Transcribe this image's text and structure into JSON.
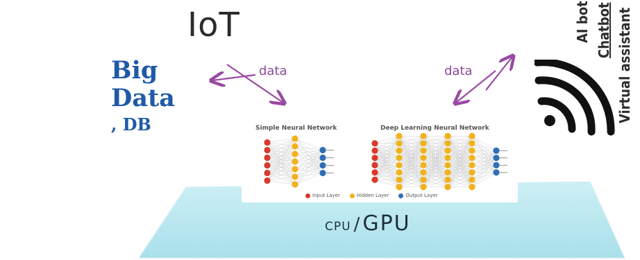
{
  "iot": {
    "label": "IoT"
  },
  "big_data": {
    "line1": "Big",
    "line2": "Data",
    "line3": ", DB"
  },
  "arrows": {
    "left_label": "data",
    "right_label": "data"
  },
  "neural_networks": {
    "simple_title": "Simple Neural Network",
    "deep_title": "Deep Learning Neural Network",
    "legend": [
      {
        "label": "Input Layer",
        "color": "#d93a2b"
      },
      {
        "label": "Hidden Layer",
        "color": "#f1b21c"
      },
      {
        "label": "Output Layer",
        "color": "#2f6fb8"
      }
    ]
  },
  "assistants": {
    "items": [
      "AI bot",
      "Chatbot",
      "Virtual assistant"
    ]
  },
  "platform": {
    "cpu": "CPU",
    "slash": "/",
    "gpu": "GPU"
  },
  "colors": {
    "arrow": "#9a4aa3",
    "big_data": "#1e5aa8",
    "platform_fill": "#bfeaf1"
  }
}
